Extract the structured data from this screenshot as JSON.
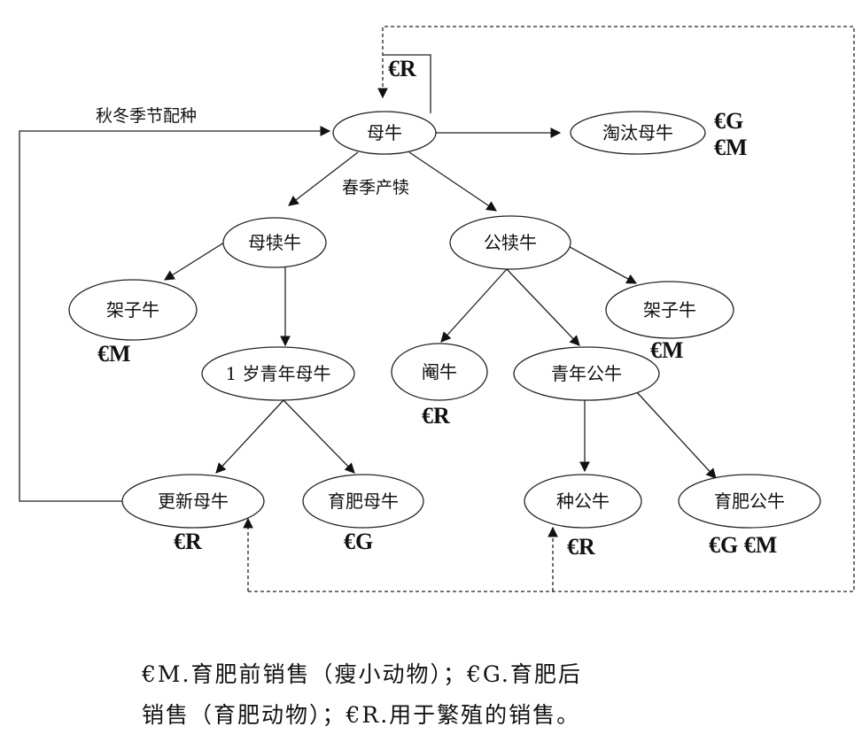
{
  "nodes": {
    "cow": "母牛",
    "cull_cow": "淘汰母牛",
    "heifer_calf": "母犊牛",
    "bull_calf": "公犊牛",
    "feeder_left": "架子牛",
    "feeder_right": "架子牛",
    "yearling_heifer": "1 岁青年母牛",
    "steer": "阉牛",
    "young_bull": "青年公牛",
    "replacement_cow": "更新母牛",
    "fattening_cow": "育肥母牛",
    "breeding_bull": "种公牛",
    "fattening_bull": "育肥公牛"
  },
  "edge_labels": {
    "autumn_breeding": "秋冬季节配种",
    "spring_calving": "春季产犊"
  },
  "tags": {
    "loop_r": "€R",
    "cull_g": "€G",
    "cull_m": "€M",
    "feeder_left_m": "€M",
    "feeder_right_m": "€M",
    "steer_r": "€R",
    "replacement_r": "€R",
    "fattening_cow_g": "€G",
    "breeding_bull_r": "€R",
    "fattening_bull_gm": "€G €M"
  },
  "legend": {
    "line1": "€M.育肥前销售（瘦小动物）；€G.育肥后",
    "line2": "销售（育肥动物）；€R.用于繁殖的销售。"
  }
}
